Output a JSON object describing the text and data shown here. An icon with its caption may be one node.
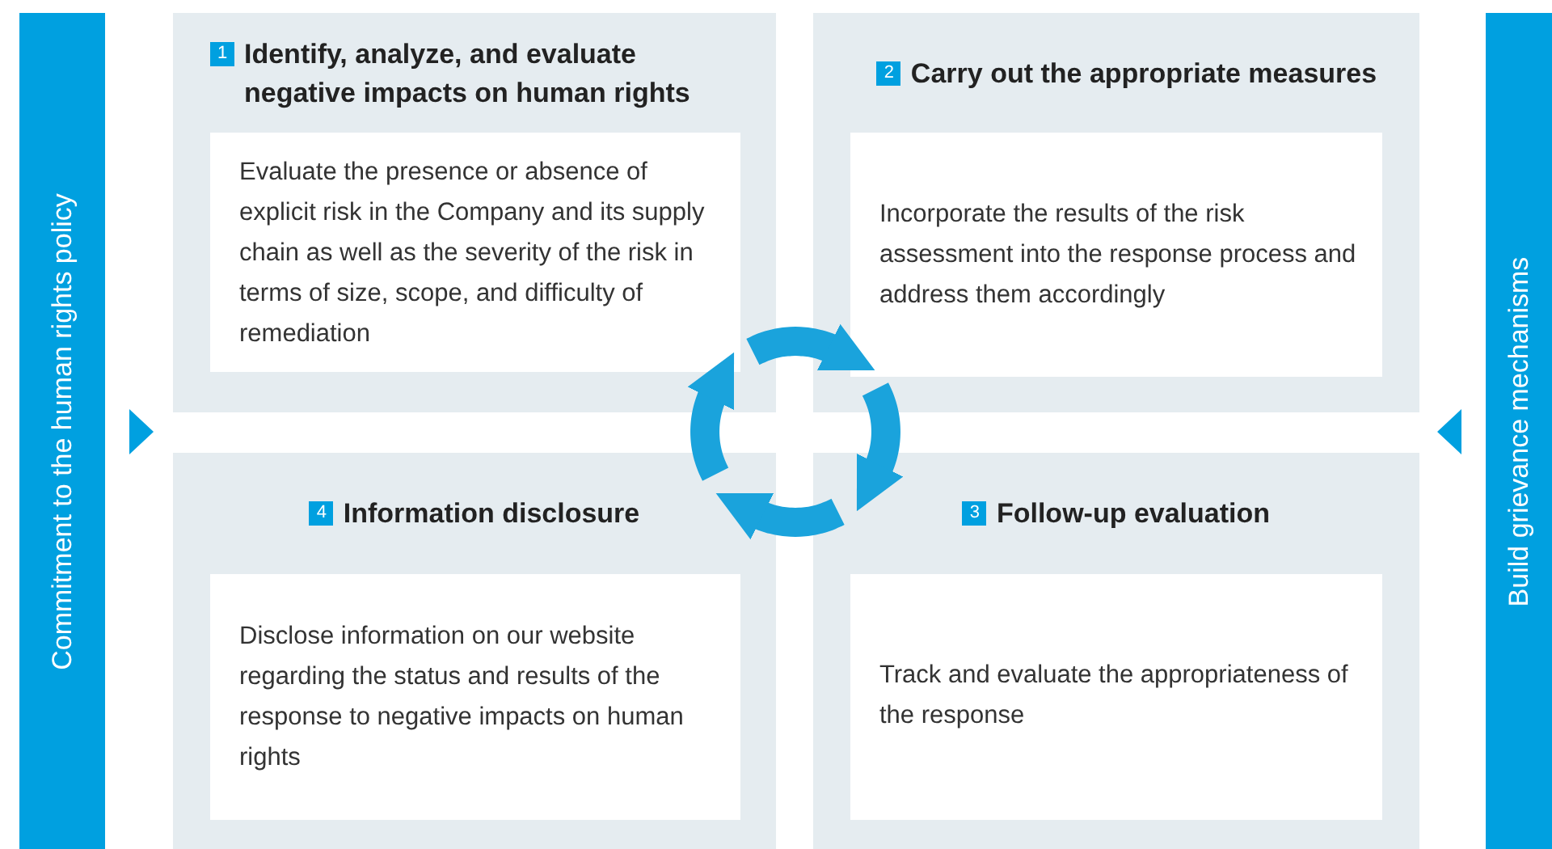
{
  "diagram": {
    "nodes": [
      {
        "text": [
          "Commitment to the human rights policy"
        ]
      },
      {
        "text": [
          "1",
          "Identify, analyze, and evaluate negative impacts on human rights",
          "Evaluate the presence or absence of explicit risk in the Company and its supply chain as well as the severity of the risk in terms of size, scope, and difficulty of remediation"
        ]
      },
      {
        "text": [
          "2",
          "Carry out the appropriate measures",
          "Incorporate the results of the risk assessment into the response process and address them accordingly"
        ]
      },
      {
        "text": [
          "4",
          "Information disclosure",
          "Disclose information on our website regarding the status and results of the response to negative impacts on human rights"
        ]
      },
      {
        "text": [
          "3",
          "Follow-up evaluation",
          "Track and evaluate the appropriateness of the response"
        ]
      },
      {
        "text": [
          "Build grievance mechanisms"
        ]
      }
    ],
    "edges": [
      {
        "from": 1,
        "to": 2,
        "arrow": "to"
      },
      {
        "from": 2,
        "to": 4,
        "arrow": "to"
      },
      {
        "from": 4,
        "to": 3,
        "arrow": "to"
      },
      {
        "from": 3,
        "to": 1,
        "arrow": "to"
      }
    ]
  }
}
